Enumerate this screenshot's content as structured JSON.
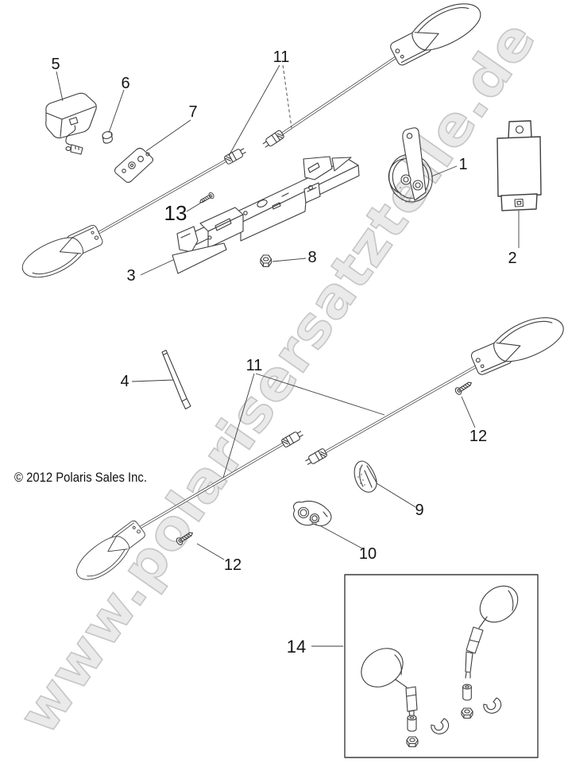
{
  "watermark": {
    "text": "www.polarisersatzteile.de"
  },
  "copyright": "© 2012 Polaris Sales Inc.",
  "callouts": {
    "c1": "1",
    "c2": "2",
    "c3": "3",
    "c4": "4",
    "c5": "5",
    "c6": "6",
    "c7": "7",
    "c8": "8",
    "c9": "9",
    "c10": "10",
    "c11_top": "11",
    "c11_bottom": "11",
    "c12_right": "12",
    "c12_left": "12",
    "c13": "13",
    "c14": "14"
  },
  "colors": {
    "line": "#3d3d3d",
    "watermark_fill": "#eaeaea",
    "watermark_stroke": "#c6c6c6",
    "text": "#141414",
    "background": "#ffffff"
  }
}
